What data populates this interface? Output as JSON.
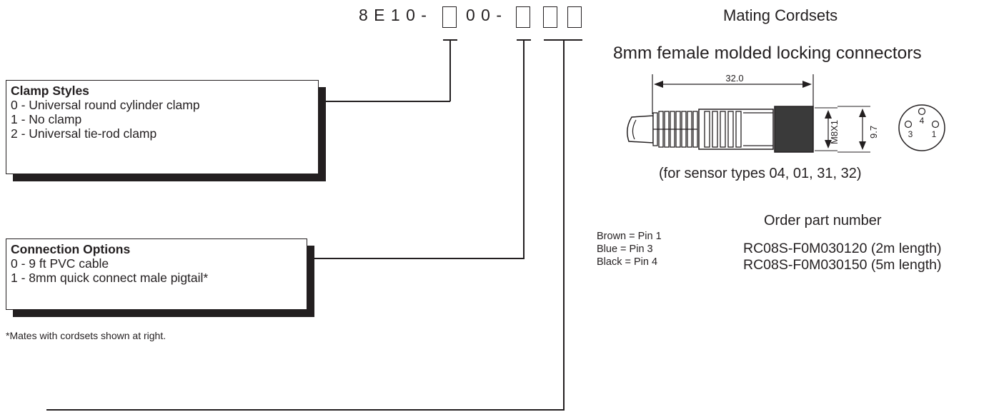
{
  "part_number": {
    "prefix": "8 E 1 0 -",
    "middle": "0 0 -"
  },
  "clamp_styles": {
    "title": "Clamp Styles",
    "options": [
      "0 - Universal round cylinder clamp",
      "1 - No clamp",
      "2 - Universal tie-rod clamp"
    ]
  },
  "connection_options": {
    "title": "Connection Options",
    "options": [
      "0 - 9 ft PVC cable",
      "1 - 8mm quick connect male pigtail*"
    ],
    "footnote": "*Mates with cordsets shown at right."
  },
  "cordsets": {
    "title": "Mating Cordsets",
    "subtitle": "8mm female molded locking connectors",
    "dim_length": "32.0",
    "dim_thread": "M8X1",
    "dim_diameter": "9.7",
    "pins": [
      "4",
      "3",
      "1"
    ],
    "sensor_note": "(for sensor types 04, 01, 31, 32)",
    "order_title": "Order part number",
    "wire_colors": [
      "Brown = Pin 1",
      "Blue = Pin 3",
      "Black = Pin 4"
    ],
    "part_numbers": [
      "RC08S-F0M030120 (2m length)",
      "RC08S-F0M030150 (5m length)"
    ]
  }
}
